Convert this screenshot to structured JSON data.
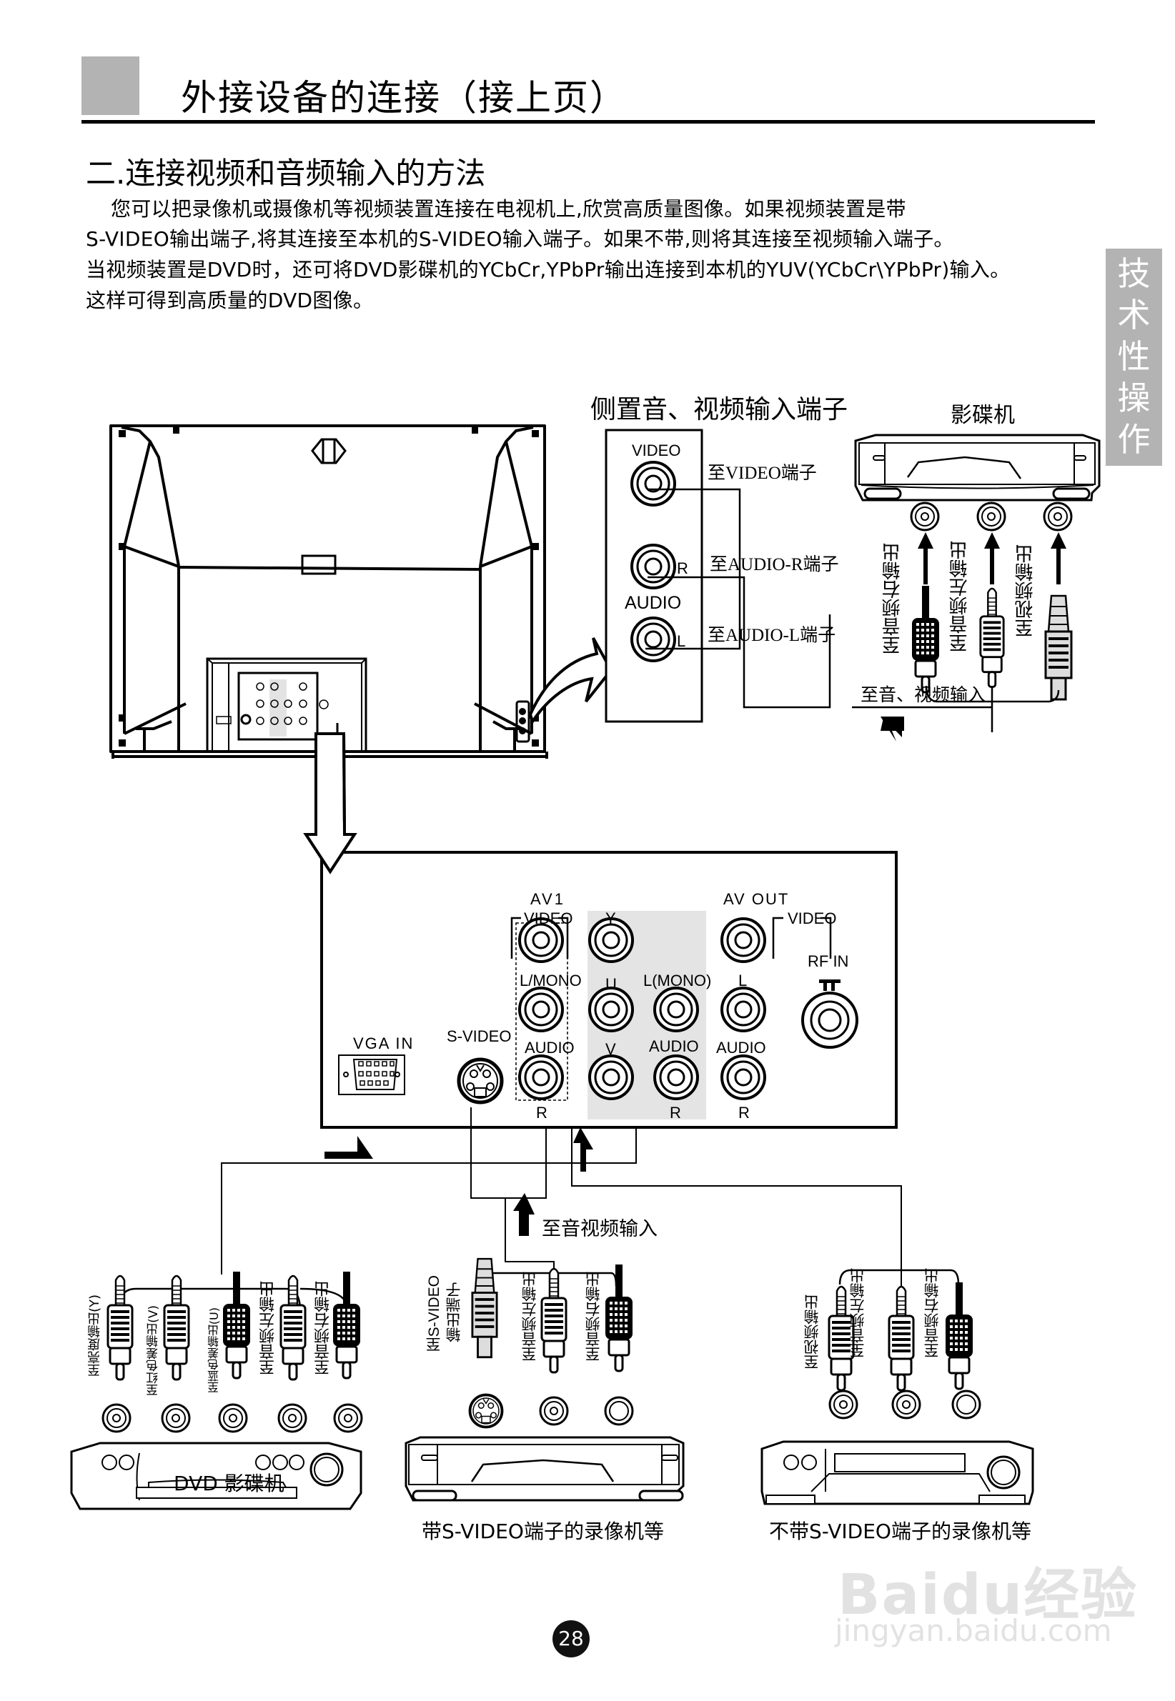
{
  "header": {
    "title": "外接设备的连接（接上页）"
  },
  "side_tab": {
    "chars": [
      "技",
      "术",
      "性",
      "操",
      "作"
    ]
  },
  "section": {
    "heading": "二.连接视频和音频输入的方法",
    "paragraph_lines": [
      "您可以把录像机或摄像机等视频装置连接在电视机上,欣赏高质量图像。如果视频装置是带",
      "S-VIDEO输出端子,将其连接至本机的S-VIDEO输入端子。如果不带,则将其连接至视频输入端子。",
      "当视频装置是DVD时，还可将DVD影碟机的YCbCr,YPbPr输出连接到本机的YUV(YCbCr\\YPbPr)输入。",
      "这样可得到高质量的DVD图像。"
    ]
  },
  "side_input_diagram": {
    "title": "侧置音、视频输入端子",
    "jack_labels": {
      "video": "VIDEO",
      "audio": "AUDIO",
      "r": "R",
      "l": "L"
    },
    "line_labels": {
      "video": "至VIDEO端子",
      "audio_r": "至AUDIO-R端子",
      "audio_l": "至AUDIO-L端子"
    },
    "device_label": "影碟机",
    "plug_labels": [
      "至音频右输出",
      "至音频左输出",
      "至视频输出"
    ],
    "bottom_label": "至音、视频输入"
  },
  "rear_panel": {
    "av1": "AV1",
    "av1_video": "VIDEO",
    "l_mono": "L/MONO",
    "audio": "AUDIO",
    "r": "R",
    "y": "Y",
    "u": "U",
    "v": "V",
    "l_mono2": "L(MONO)",
    "av_out": "AV OUT",
    "av_out_video": "VIDEO",
    "l": "L",
    "rf_in": "RF IN",
    "vga_in": "VGA IN",
    "s_video": "S-VIDEO"
  },
  "connection_labels": {
    "middle": "至音视频输入"
  },
  "devices": [
    {
      "name": "DVD 影碟机",
      "plug_labels": [
        "至亮度输出(Y)",
        "至红色差输出(V)",
        "至蓝色差输出(U)",
        "至音频左输出",
        "至音频右输出"
      ]
    },
    {
      "name": "带S-VIDEO端子的录像机等",
      "plug_labels": [
        "至S-VIDEO输出端子",
        "至音频左输出",
        "至音频右输出"
      ],
      "svideo_label_lines": [
        "至S-VIDEO",
        "输出端子"
      ]
    },
    {
      "name": "不带S-VIDEO端子的录像机等",
      "plug_labels": [
        "至视频输出",
        "至音频左输出",
        "至音频右输出"
      ]
    }
  ],
  "page_number": "28",
  "watermark": {
    "brand": "Baidu经验",
    "url": "jingyan.baidu.com"
  }
}
